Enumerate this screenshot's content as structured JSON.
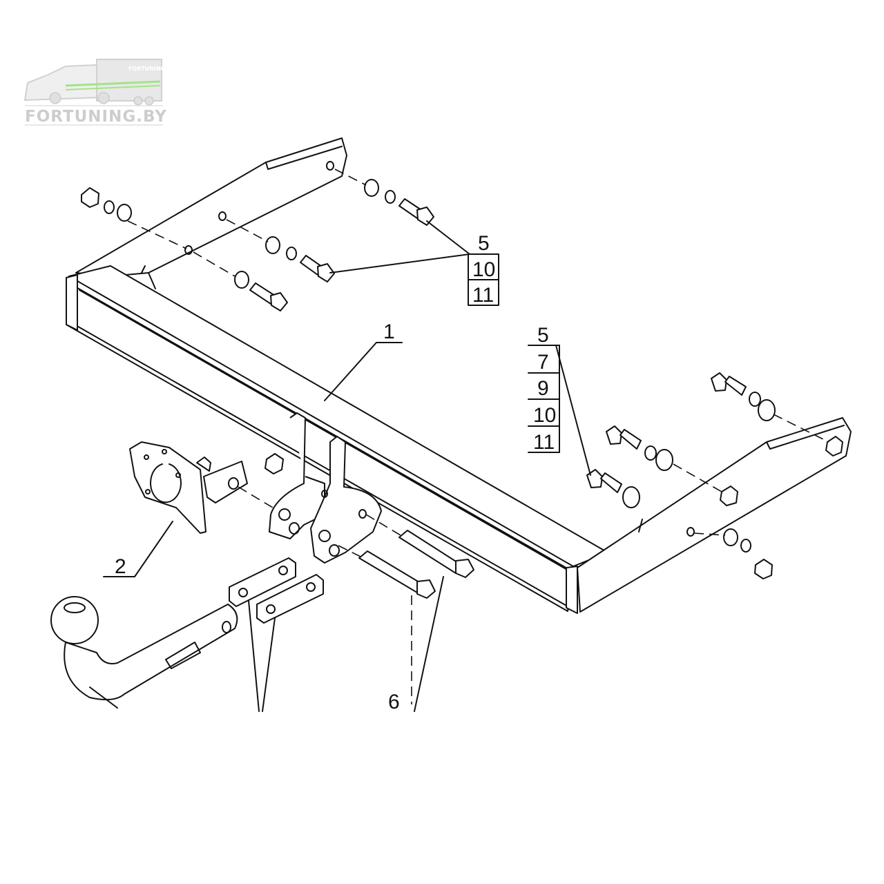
{
  "logo": {
    "brand": "FORTUNING.BY",
    "trailer_text": "FORTUNING",
    "accent": "#9be07a"
  },
  "callouts": {
    "beam": "1",
    "socket_bracket": "2",
    "left_bolt_stack": [
      "5",
      "10",
      "11"
    ],
    "right_bolt_stack": [
      "5",
      "7",
      "9",
      "10",
      "11"
    ],
    "partial_bottom": "6"
  }
}
